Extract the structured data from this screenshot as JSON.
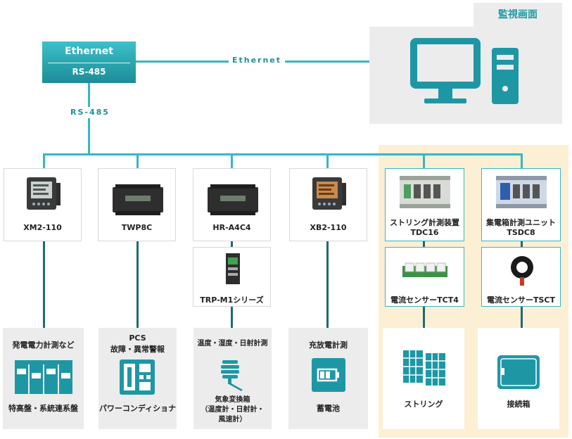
{
  "gateway": {
    "top_label": "Ethernet",
    "bottom_label": "RS-485"
  },
  "links": {
    "ethernet": "Ethernet",
    "rs485": "RS-485"
  },
  "monitor": {
    "title": "監視画面"
  },
  "devices": {
    "xm2": {
      "name": "XM2-110"
    },
    "twp8c": {
      "name": "TWP8C"
    },
    "hra4c4": {
      "name": "HR-A4C4"
    },
    "xb2": {
      "name": "XB2-110"
    },
    "tdc16": {
      "line1": "ストリング計測装置",
      "line2": "TDC16"
    },
    "tsdc8": {
      "line1": "集電箱計測ユニット",
      "line2": "TSDC8"
    },
    "trp": {
      "name": "TRP-M1シリーズ"
    },
    "tct4": {
      "name": "電流センサーTCT4"
    },
    "tsct": {
      "name": "電流センサーTSCT"
    }
  },
  "targets": {
    "t1": {
      "top": "発電電力計測など",
      "bottom": "特高盤・系統連系盤"
    },
    "t2": {
      "top1": "PCS",
      "top2": "故障・異常警報",
      "bottom": "パワーコンディショナ"
    },
    "t3": {
      "top": "温度・湿度・日射計測",
      "bottom1": "気象変換箱",
      "bottom2": "（温度計・日射計・",
      "bottom3": "風速計）"
    },
    "t4": {
      "top": "充放電計測",
      "bottom": "蓄電池"
    },
    "t5": {
      "bottom": "ストリング"
    },
    "t6": {
      "bottom": "接続箱"
    }
  },
  "colors": {
    "teal": "#36b7c6",
    "dark_teal": "#1f6a73",
    "monitor_icon": "#1e97a5",
    "yellow_zone": "#fcefd4"
  }
}
